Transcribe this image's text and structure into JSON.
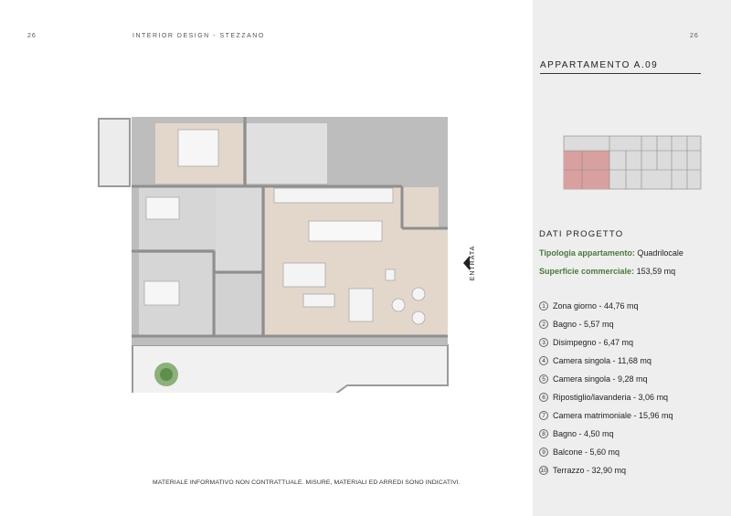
{
  "header": {
    "page_left": "26",
    "title": "INTERIOR DESIGN - STEZZANO",
    "page_right": "26"
  },
  "apartment": {
    "title": "APPARTAMENTO A.09"
  },
  "plan": {
    "entrance_label": "ENTRATA"
  },
  "dati": {
    "title": "DATI PROGETTO",
    "tipologia_label": "Tipologia appartamento:",
    "tipologia_value": "Quadrilocale",
    "superficie_label": "Superficie commerciale:",
    "superficie_value": "153,59 mq"
  },
  "rooms": [
    {
      "num": "1",
      "text": "Zona giorno - 44,76 mq"
    },
    {
      "num": "2",
      "text": "Bagno - 5,57 mq"
    },
    {
      "num": "3",
      "text": "Disimpegno - 6,47 mq"
    },
    {
      "num": "4",
      "text": "Camera singola - 11,68 mq"
    },
    {
      "num": "5",
      "text": "Camera singola - 9,28 mq"
    },
    {
      "num": "6",
      "text": "Ripostiglio/lavanderia - 3,06 mq"
    },
    {
      "num": "7",
      "text": "Camera matrimoniale - 15,96 mq"
    },
    {
      "num": "8",
      "text": "Bagno - 4,50 mq"
    },
    {
      "num": "9",
      "text": "Balcone - 5,60 mq"
    },
    {
      "num": "10",
      "text": "Terrazzo - 32,90 mq"
    }
  ],
  "footer": {
    "disclaimer": "MATERIALE INFORMATIVO NON CONTRATTUALE. MISURE, MATERIALI ED ARREDI SONO INDICATIVI."
  },
  "colors": {
    "right_panel_bg": "#eeeeee",
    "wall": "#8f8f8f",
    "wood_floor": "#e3d7cc",
    "tile_floor": "#d3d3d3",
    "accent_green": "#4a7a3a",
    "keyplan_highlight": "#d9a0a0"
  }
}
